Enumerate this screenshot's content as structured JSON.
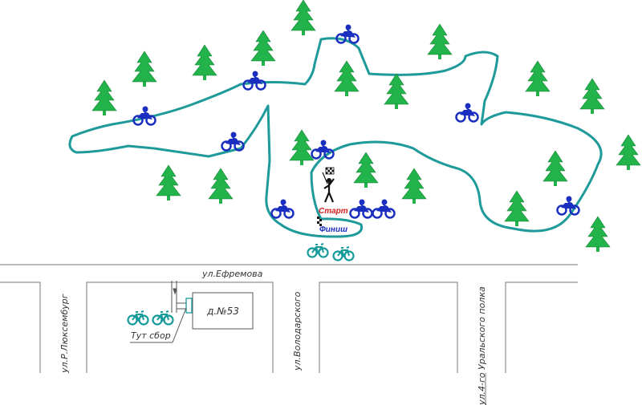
{
  "streets": {
    "efremova": "ул.Ефремова",
    "luxemburg": "ул.Р.Люксембург",
    "volodarskogo": "ул.Володарского",
    "uralskogo_polka": "ул.4-го Уральского полка"
  },
  "building": {
    "label": "д.№53"
  },
  "meeting_point": {
    "label": "Тут сбор"
  },
  "race": {
    "start_label": "Старт",
    "finish_label": "Финиш"
  },
  "colors": {
    "track": "#1f9a9a",
    "tree": "#22b34a",
    "motorcycle": "#1a2fc0",
    "bicycle": "#179a9a",
    "street_lines": "#777777",
    "start_text": "#d42020",
    "finish_text": "#1a2fc0"
  },
  "icons": {
    "tree": "fir-tree-icon",
    "motorcycle": "motorcycle-icon",
    "bicycle": "bicycle-icon",
    "flag": "checkered-flag-icon",
    "marshal": "flag-marshal-icon"
  }
}
